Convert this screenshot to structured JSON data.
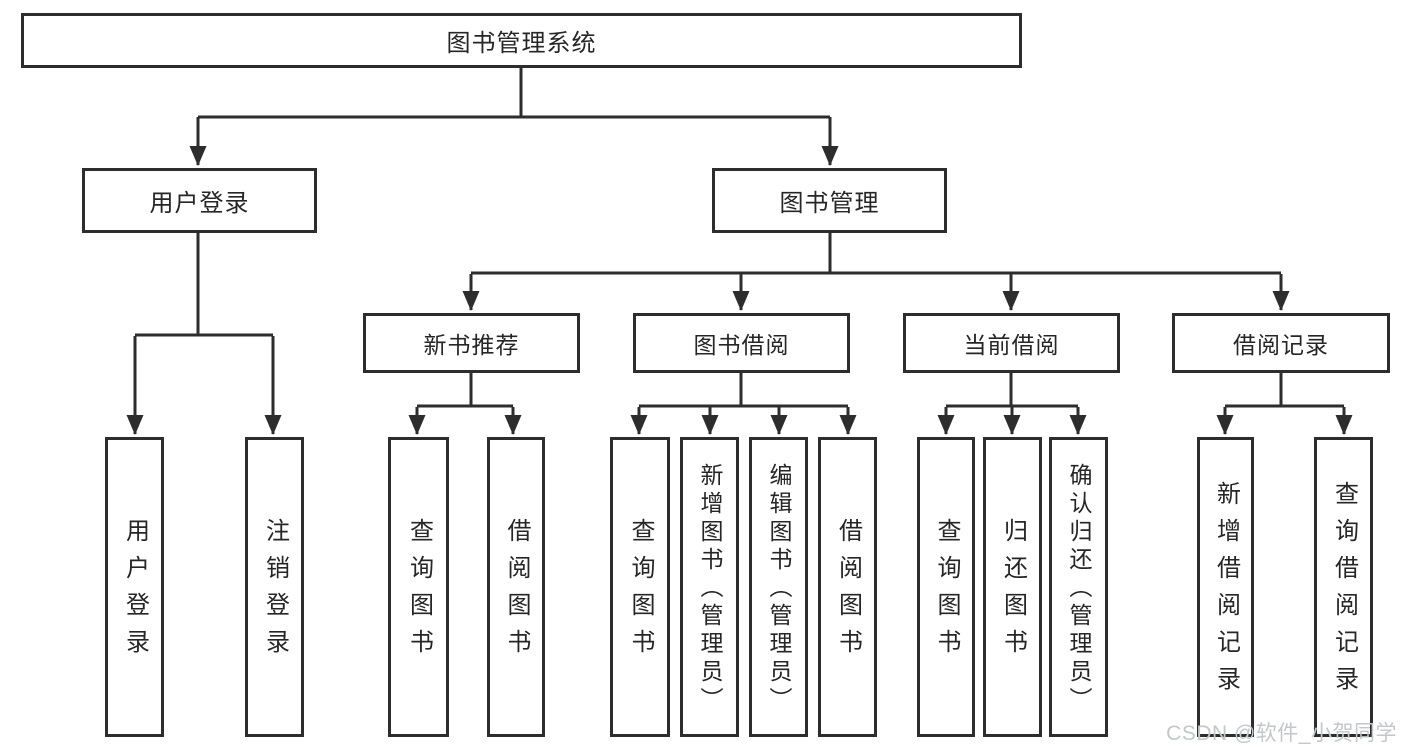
{
  "root": {
    "label": "图书管理系统"
  },
  "branches": {
    "user_login": {
      "label": "用户登录",
      "children": [
        "用户登录",
        "注销登录"
      ]
    },
    "book_management": {
      "label": "图书管理",
      "children": {
        "new_book_recommend": {
          "label": "新书推荐",
          "children": [
            "查询图书",
            "借阅图书"
          ]
        },
        "book_borrow": {
          "label": "图书借阅",
          "children": [
            "查询图书",
            "新增图书（管理员）",
            "编辑图书（管理员）",
            "借阅图书"
          ]
        },
        "current_borrow": {
          "label": "当前借阅",
          "children": [
            "查询图书",
            "归还图书",
            "确认归还（管理员）"
          ]
        },
        "borrow_record": {
          "label": "借阅记录",
          "children": [
            "新增借阅记录",
            "查询借阅记录"
          ]
        }
      }
    }
  },
  "watermark": "CSDN @软件_小贺同学",
  "colors": {
    "line": "#2d2d2d",
    "border": "#2d2d2d",
    "text": "#262626",
    "watermark": "#c3c6cb",
    "background": "#ffffff"
  }
}
